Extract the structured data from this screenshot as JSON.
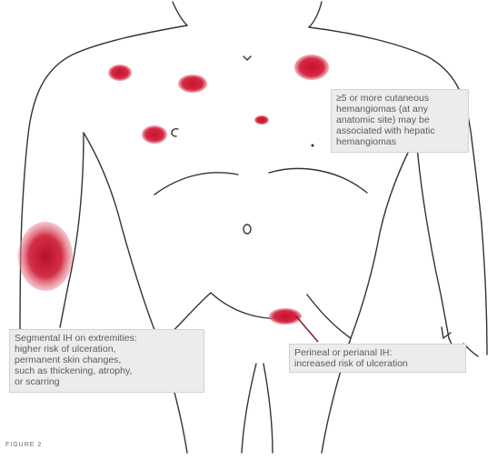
{
  "callouts": {
    "hepatic": {
      "lines": [
        "≥5 or more cutaneous",
        "hemangiomas (at any",
        "anatomic site) may be",
        "associated with hepatic",
        "hemangiomas"
      ]
    },
    "segmental": {
      "lines": [
        "Segmental IH on extremities:",
        "higher risk of ulceration,",
        "permanent skin changes,",
        "such as thickening, atrophy,",
        "or scarring"
      ]
    },
    "perineal": {
      "lines": [
        "Perineal or perianal IH:",
        "increased risk of ulceration"
      ]
    }
  },
  "figure_label": "FIGURE 2",
  "colors": {
    "lesion": "#d0283c",
    "lesion_core": "#b0122a",
    "outline": "#333333",
    "callout_bg": "#ececec"
  }
}
